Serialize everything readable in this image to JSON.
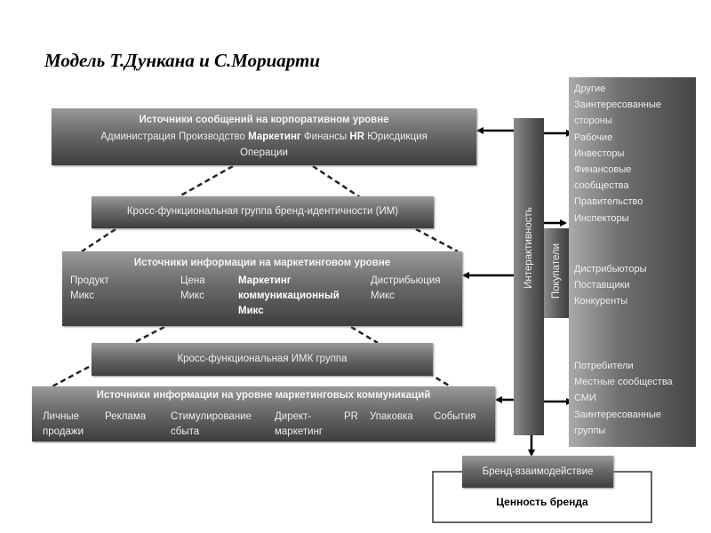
{
  "title": "Модель Т.Дункана и С.Мориарти",
  "corporate": {
    "heading": "Источники сообщений на корпоративном уровне",
    "items_line": [
      "Администрация",
      "Производство",
      "Маркетинг",
      "Финансы",
      "HR",
      "Юрисдикция"
    ],
    "items_line2": "Операции"
  },
  "brand_identity_group": "Кросс-функциональная группа бренд-идентичности (ИМ)",
  "marketing": {
    "heading": "Источники информации на маркетинговом уровне",
    "product": [
      "Продукт",
      "Микс"
    ],
    "price": [
      "Цена",
      "Микс"
    ],
    "communication": [
      "Маркетинг",
      "коммуникационный",
      "Микс"
    ],
    "distribution": [
      "Дистрибьюция",
      "Микс"
    ]
  },
  "imc_group": "Кросс-функциональная ИМК группа",
  "marcom": {
    "heading": "Источники информации на уровне маркетинговых коммуникаций",
    "items": [
      [
        "Личные",
        "продажи"
      ],
      [
        "Реклама",
        ""
      ],
      [
        "Стимулирование",
        "сбыта"
      ],
      [
        "Директ-",
        "маркетинг"
      ],
      [
        "PR",
        ""
      ],
      [
        "Упаковка",
        ""
      ],
      [
        "События",
        ""
      ]
    ]
  },
  "interactivity": "Интерактивность",
  "buyers": "Покупатели",
  "stakeholders": {
    "group1": [
      "Другие",
      "Заинтересованные",
      "стороны",
      "Рабочие",
      "Инвесторы",
      "Финансовые",
      "сообщества",
      "Правительство",
      "Инспекторы"
    ],
    "group2": [
      "Дистрибьюторы",
      "Поставщики",
      "Конкуренты"
    ],
    "group3": [
      "Потребители",
      "Местные сообщества",
      "СМИ",
      "Заинтересованные",
      "группы"
    ]
  },
  "brand_interaction": "Бренд-взаимодействие",
  "brand_value": "Ценность бренда"
}
